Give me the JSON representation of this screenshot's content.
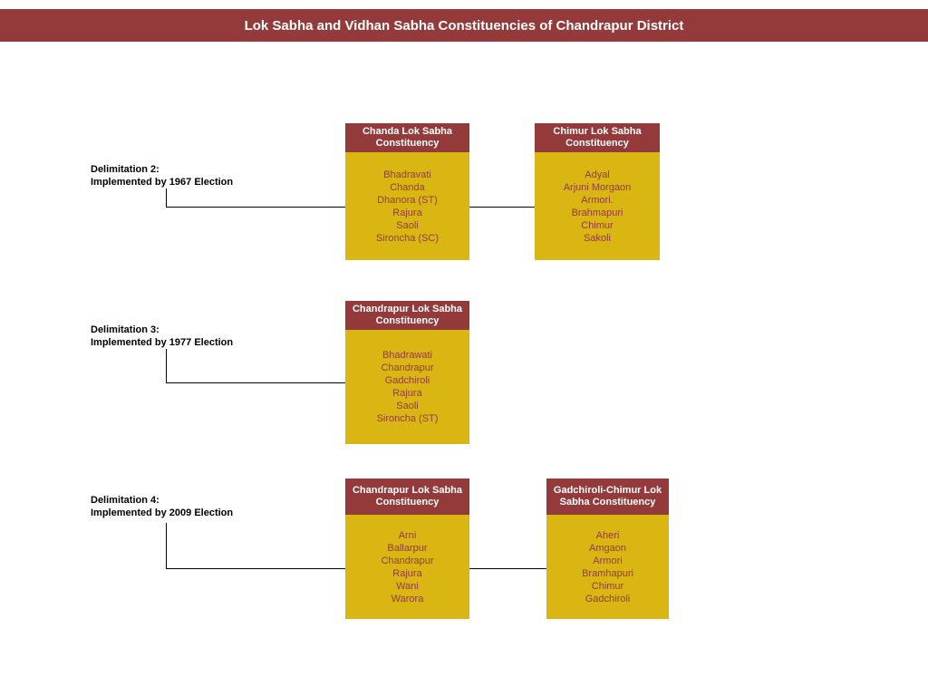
{
  "title": "Lok Sabha and Vidhan Sabha Constituencies of Chandrapur District",
  "colors": {
    "header_maroon": "#943a3a",
    "box_gold": "#d9b611",
    "box_text_maroon": "#943a3a",
    "connector_black": "#000000"
  },
  "rows": [
    {
      "label_line1": "Delimitation 2:",
      "label_line2": "Implemented by 1967 Election",
      "boxes": [
        {
          "title": "Chanda Lok Sabha Constituency",
          "items": [
            "Bhadravati",
            "Chanda",
            "Dhanora (ST)",
            "Rajura",
            "Saoli",
            "Sironcha (SC)"
          ]
        },
        {
          "title": "Chimur Lok Sabha Constituency",
          "items": [
            "Adyal",
            "Arjuni Morgaon",
            "Armori.",
            "Brahmapuri",
            "Chimur",
            "Sakoli"
          ]
        }
      ]
    },
    {
      "label_line1": "Delimitation 3:",
      "label_line2": "Implemented by 1977 Election",
      "boxes": [
        {
          "title": "Chandrapur Lok Sabha Constituency",
          "items": [
            "Bhadrawati",
            "Chandrapur",
            "Gadchiroli",
            "Rajura",
            "Saoli",
            "Sironcha (ST)"
          ]
        }
      ]
    },
    {
      "label_line1": "Delimitation 4:",
      "label_line2": "Implemented by 2009 Election",
      "boxes": [
        {
          "title": "Chandrapur Lok Sabha Constituency",
          "items": [
            "Arni",
            "Ballarpur",
            "Chandrapur",
            "Rajura",
            "Wani",
            "Warora"
          ]
        },
        {
          "title": "Gadchiroli-Chimur Lok Sabha Constituency",
          "items": [
            "Aheri",
            "Amgaon",
            "Armori",
            "Bramhapuri",
            "Chimur",
            "Gadchiroli"
          ]
        }
      ]
    }
  ]
}
